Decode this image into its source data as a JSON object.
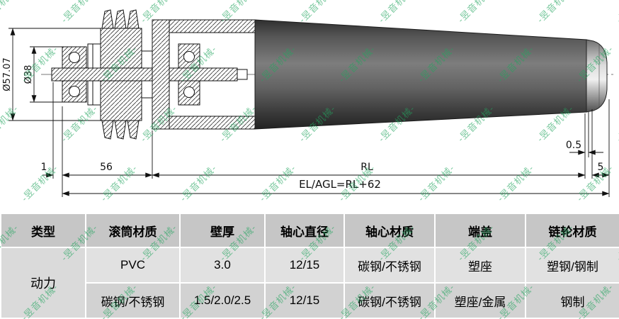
{
  "watermark": {
    "text": "-昱音机械-",
    "color": "#23a55f"
  },
  "drawing": {
    "dims": {
      "dia_outer": "Ø57.07",
      "dia_inner": "Ø38",
      "offset_1": "1",
      "len_56": "56",
      "len_rl": "RL",
      "gap_05": "0.5",
      "len_5": "5",
      "total": "EL/AGL=RL+62"
    }
  },
  "table": {
    "headers": [
      "类型",
      "滚筒材质",
      "壁厚",
      "轴心直径",
      "轴心材质",
      "端盖",
      "链轮材质"
    ],
    "type_label": "动力",
    "rows": [
      [
        "PVC",
        "3.0",
        "12/15",
        "碳钢/不锈钢",
        "塑座",
        "塑钢/钢制"
      ],
      [
        "碳钢/不锈钢",
        "1.5/2.0/2.5",
        "12/15",
        "碳钢/不锈钢",
        "塑座/金属",
        "钢制"
      ]
    ]
  }
}
